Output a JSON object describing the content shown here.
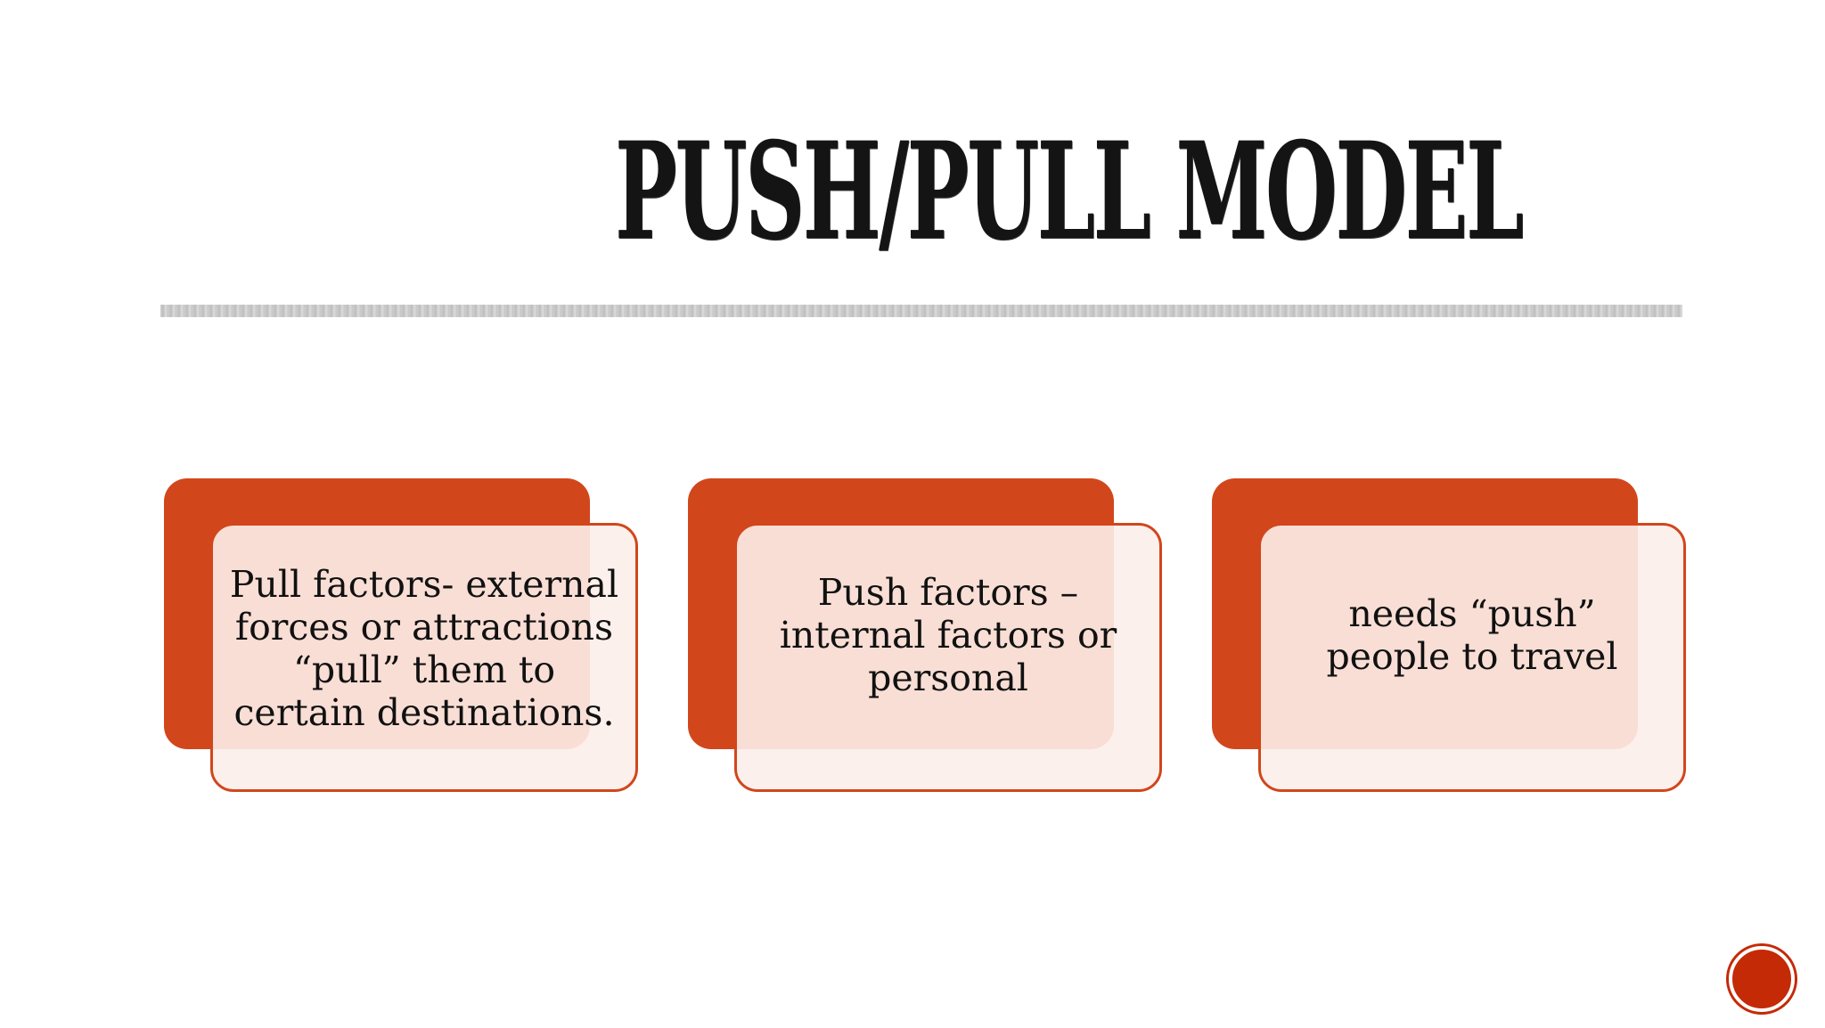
{
  "slide": {
    "title": "PUSH/PULL MODEL",
    "cards": [
      {
        "text": "Pull factors- external forces or attractions “pull” them to certain destinations."
      },
      {
        "text": "Push factors – internal factors or personal"
      },
      {
        "text": "needs “push” people to travel"
      }
    ]
  },
  "colors": {
    "accent": "#d2461c",
    "card_fill": "#fceeea",
    "nav_button": "#c42a06"
  }
}
